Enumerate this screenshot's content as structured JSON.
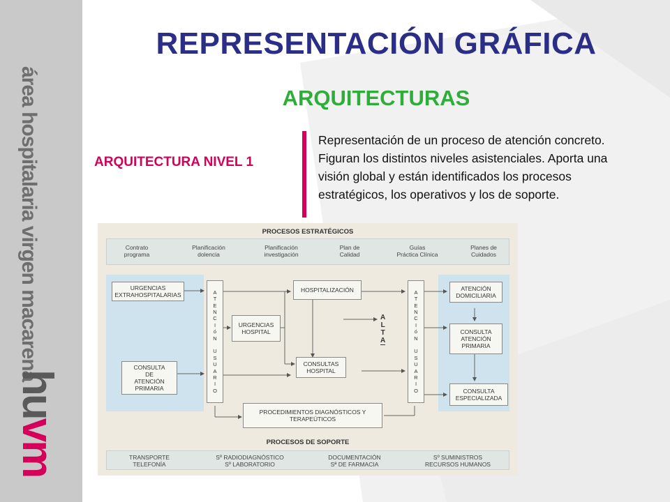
{
  "sidebar": {
    "brand_text": "área hospitalaria virgen macarena",
    "logo_h": "hu",
    "logo_r": "vm"
  },
  "title": "REPRESENTACIÓN GRÁFICA",
  "subtitle": "ARQUITECTURAS",
  "level_label": "ARQUITECTURA NIVEL 1",
  "description": "Representación de un proceso de atención concreto. Figuran los distintos niveles asistenciales. Aporta una visión global y están identificados los procesos estratégicos, los operativos y los de soporte.",
  "colors": {
    "title": "#2b2e86",
    "subtitle": "#2fad3a",
    "accent": "#d5005a"
  },
  "diagram": {
    "strategic_title": "PROCESOS ESTRATÉGICOS",
    "strategic": [
      [
        "Contrato",
        "programa"
      ],
      [
        "Planificación",
        "dolencia"
      ],
      [
        "Planificación",
        "investigación"
      ],
      [
        "Plan de",
        "Calidad"
      ],
      [
        "Guías",
        "Práctica Clínica"
      ],
      [
        "Planes de",
        "Cuidados"
      ]
    ],
    "left_boxes": [
      [
        "URGENCIAS",
        "EXTRAHOSPITALARIAS"
      ],
      [
        "CONSULTA",
        "DE",
        "ATENCIÓN",
        "PRIMARIA"
      ]
    ],
    "vertical_left": [
      "A",
      "T",
      "E",
      "N",
      "C",
      "I",
      "ó",
      "N",
      "",
      "U",
      "S",
      "U",
      "A",
      "R",
      "I",
      "O"
    ],
    "vertical_right": [
      "A",
      "T",
      "E",
      "N",
      "C",
      "I",
      "ó",
      "N",
      "",
      "U",
      "S",
      "U",
      "A",
      "R",
      "I",
      "O"
    ],
    "center_boxes": {
      "hospitalizacion": [
        "HOSPITALIZACIÓN"
      ],
      "urgencias": [
        "URGENCIAS",
        "HOSPITAL"
      ],
      "consultas": [
        "CONSULTAS",
        "HOSPITAL"
      ]
    },
    "alta": [
      "A",
      "L",
      "T",
      "A"
    ],
    "right_boxes": [
      [
        "ATENCIÓN",
        "DOMICILIARIA"
      ],
      [
        "CONSULTA",
        "ATENCIÓN",
        "PRIMARIA"
      ],
      [
        "CONSULTA",
        "ESPECIALIZADA"
      ]
    ],
    "procedures": [
      "PROCEDIMIENTOS DIAGNÓSTICOS Y",
      "TERAPEÚTICOS"
    ],
    "support_title": "PROCESOS DE SOPORTE",
    "support": [
      [
        "TRANSPORTE",
        "TELEFONÍA"
      ],
      [
        "Sº RADIODIAGNÓSTICO",
        "Sº LABORATORIO"
      ],
      [
        "DOCUMENTACIÓN",
        "Sª DE FARMACIA"
      ],
      [
        "Sº SUMINISTROS",
        "RECURSOS HUMANOS"
      ]
    ]
  }
}
